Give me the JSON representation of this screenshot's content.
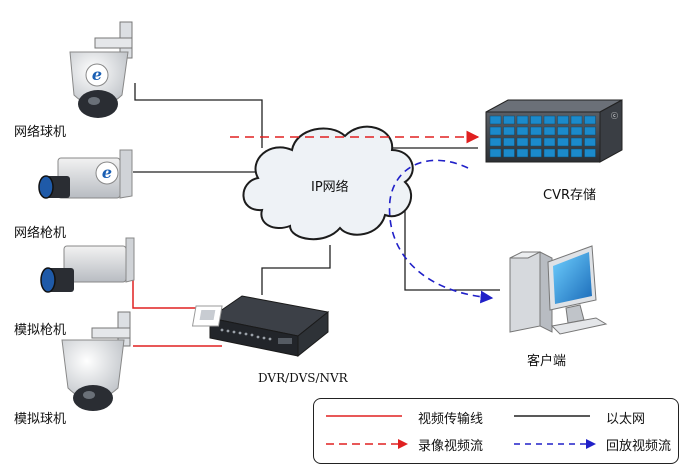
{
  "cloud_label": "IP网络",
  "devices": {
    "net_dome": "网络球机",
    "net_bullet": "网络枪机",
    "analog_bullet": "模拟枪机",
    "analog_dome": "模拟球机",
    "dvr": "DVR/DVS/NVR",
    "cvr": "CVR存储",
    "client": "客户端"
  },
  "legend": {
    "video_cable": "视频传输线",
    "ethernet": "以太网",
    "record_stream": "录像视频流",
    "playback_stream": "回放视频流"
  },
  "colors": {
    "video_cable": "#e02020",
    "ethernet": "#222222",
    "record_stream": "#e02020",
    "playback_stream": "#2020c8"
  },
  "icons": {
    "ie_logo": "e"
  }
}
